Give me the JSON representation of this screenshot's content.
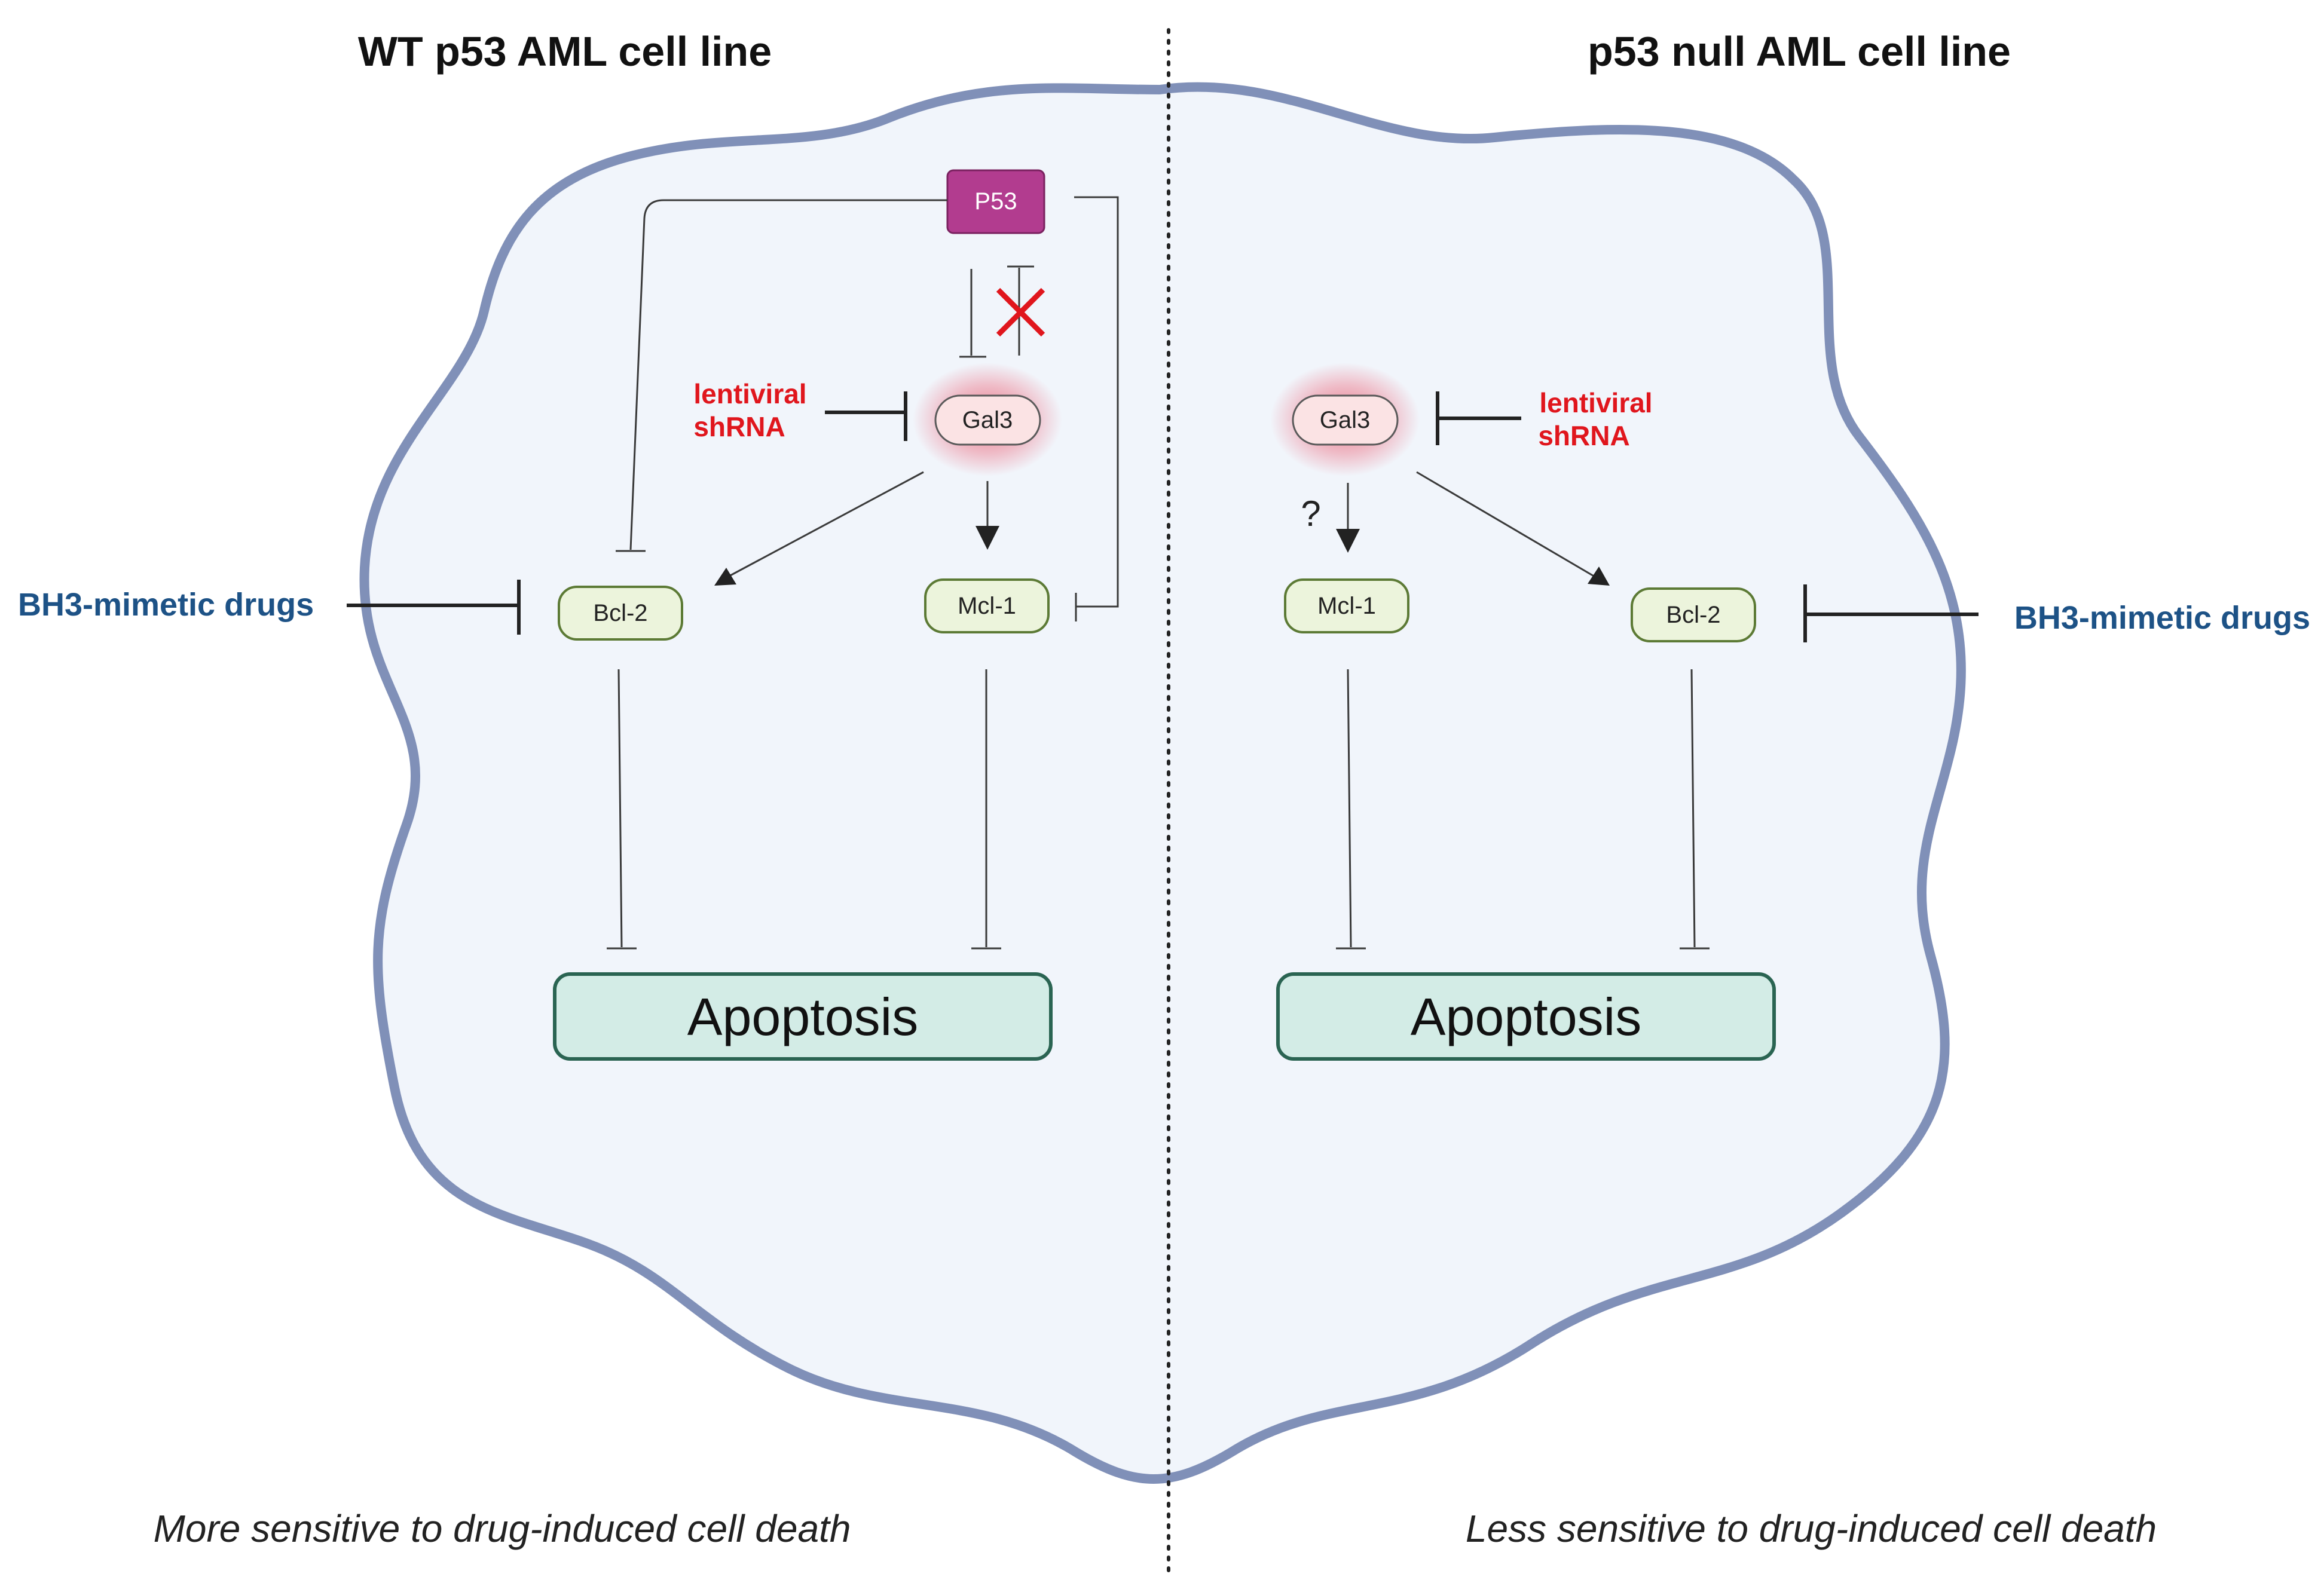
{
  "left_panel": {
    "title": "WT p53 AML cell line",
    "caption": "More sensitive to drug-induced cell death",
    "nodes": {
      "p53": "P53",
      "gal3": "Gal3",
      "bcl2": "Bcl-2",
      "mcl1": "Mcl-1",
      "apoptosis": "Apoptosis"
    },
    "shrna_line1": "lentiviral",
    "shrna_line2": "shRNA",
    "drug": "BH3-mimetic drugs"
  },
  "right_panel": {
    "title": "p53 null AML cell line",
    "caption": "Less sensitive to drug-induced cell death",
    "nodes": {
      "gal3": "Gal3",
      "mcl1": "Mcl-1",
      "bcl2": "Bcl-2",
      "apoptosis": "Apoptosis"
    },
    "shrna_line1": "lentiviral",
    "shrna_line2": "shRNA",
    "drug": "BH3-mimetic drugs",
    "unknown_mark": "?"
  },
  "colors": {
    "cell_fill": "#f1f5fb",
    "cell_border": "#8090b8",
    "p53_fill": "#b23c8f",
    "gal3_fill": "#fbe3e4",
    "gal3_glow": "#e8112d",
    "protein_fill": "#ecf4dc",
    "protein_border": "#5c7a35",
    "apoptosis_fill": "#d3ece6",
    "apoptosis_border": "#2a6452",
    "inhibitor_red": "#e0161d",
    "drug_blue": "#1d5286"
  }
}
